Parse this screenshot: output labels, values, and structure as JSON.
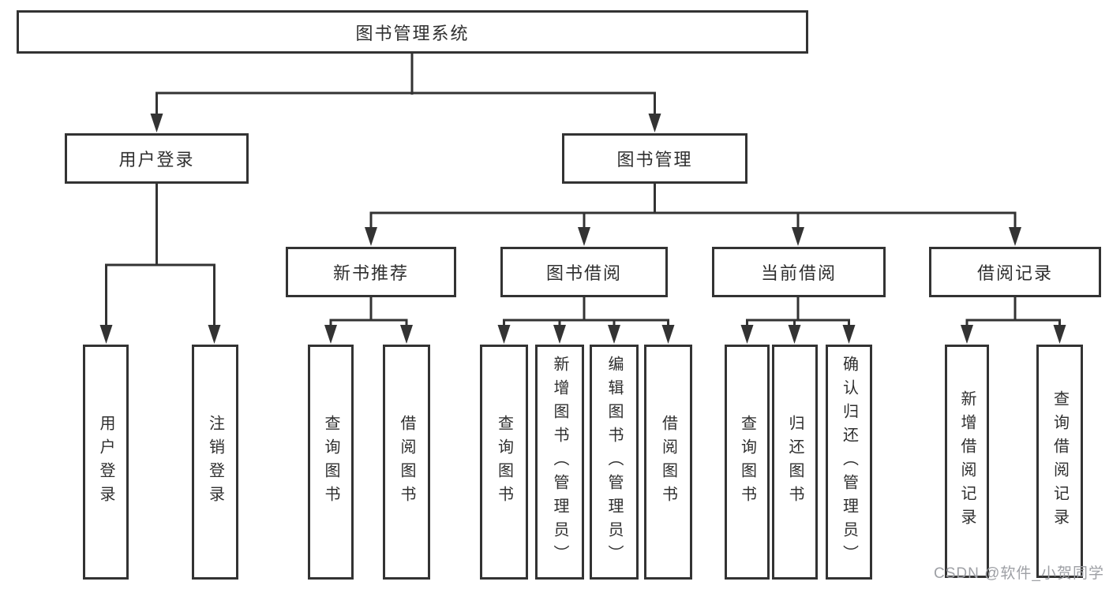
{
  "diagram": {
    "title": "图书管理系统",
    "colors": {
      "line": "#333333",
      "text": "#2f2f2f",
      "background": "#ffffff",
      "watermark": "#9ea0a5"
    },
    "root": {
      "label": "图书管理系统"
    },
    "level2": [
      {
        "id": "user-login",
        "label": "用户登录"
      },
      {
        "id": "book-management",
        "label": "图书管理"
      }
    ],
    "level3": [
      {
        "id": "new-book-recommendation",
        "label": "新书推荐",
        "parent": "图书管理"
      },
      {
        "id": "book-borrowing",
        "label": "图书借阅",
        "parent": "图书管理"
      },
      {
        "id": "current-borrowing",
        "label": "当前借阅",
        "parent": "图书管理"
      },
      {
        "id": "borrowing-records",
        "label": "借阅记录",
        "parent": "图书管理"
      }
    ],
    "level4": [
      {
        "label": "用户登录",
        "parent": "用户登录"
      },
      {
        "label": "注销登录",
        "parent": "用户登录"
      },
      {
        "label": "查询图书",
        "parent": "新书推荐"
      },
      {
        "label": "借阅图书",
        "parent": "新书推荐"
      },
      {
        "label": "查询图书",
        "parent": "图书借阅"
      },
      {
        "label": "新增图书（管理员）",
        "parent": "图书借阅"
      },
      {
        "label": "编辑图书（管理员）",
        "parent": "图书借阅"
      },
      {
        "label": "借阅图书",
        "parent": "图书借阅"
      },
      {
        "label": "查询图书",
        "parent": "当前借阅"
      },
      {
        "label": "归还图书",
        "parent": "当前借阅"
      },
      {
        "label": "确认归还（管理员）",
        "parent": "当前借阅"
      },
      {
        "label": "新增借阅记录",
        "parent": "借阅记录"
      },
      {
        "label": "查询借阅记录",
        "parent": "借阅记录"
      }
    ],
    "watermark": "CSDN @软件_小贺同学"
  }
}
